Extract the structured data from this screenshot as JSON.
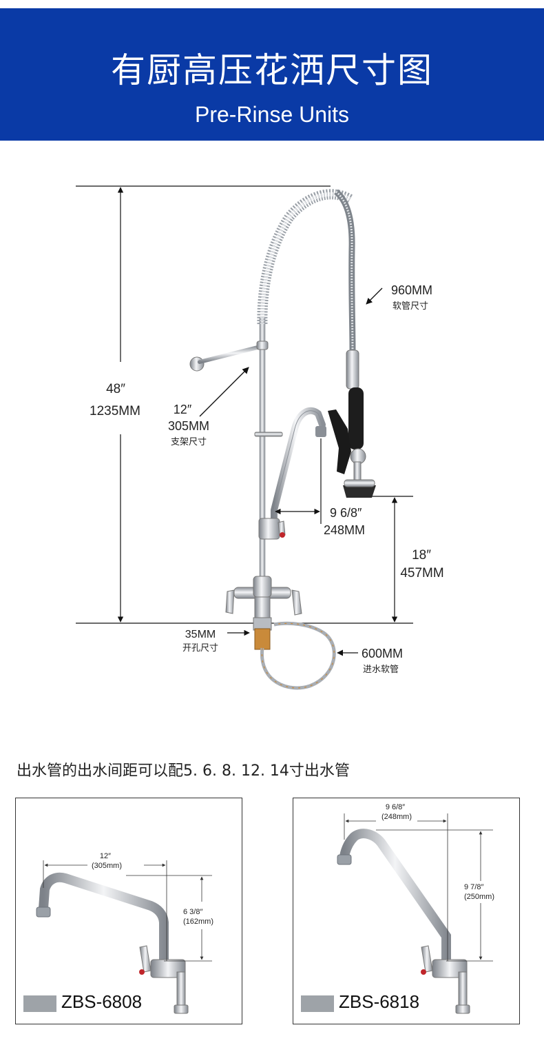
{
  "header": {
    "title_cn": "有厨高压花洒尺寸图",
    "title_en": "Pre-Rinse Units"
  },
  "colors": {
    "banner": "#0a3aa6",
    "chrome": "#b8bcc2",
    "handle_tip": "#c0262b",
    "brass": "#c98a3a",
    "swatch": "#9ea3a8"
  },
  "main_diagram": {
    "height_in": "48″",
    "height_mm": "1235MM",
    "hose_mm": "960MM",
    "hose_cn": "软管尺寸",
    "bracket_in": "12″",
    "bracket_mm": "305MM",
    "bracket_cn": "支架尺寸",
    "spout_in": "9 6/8″",
    "spout_mm": "248MM",
    "spray_height_in": "18″",
    "spray_height_mm": "457MM",
    "hole_mm": "35MM",
    "hole_cn": "开孔尺寸",
    "inlet_mm": "600MM",
    "inlet_cn": "进水软管"
  },
  "spout_section": {
    "title": "出水管的出水间距可以配5. 6. 8. 12. 14寸出水管"
  },
  "models": [
    {
      "code": "ZBS-6808",
      "width_in": "12″",
      "width_mm": "(305mm)",
      "height_in": "6  3/8″",
      "height_mm": "(162mm)"
    },
    {
      "code": "ZBS-6818",
      "width_in": "9  6/8″",
      "width_mm": "(248mm)",
      "height_in": "9  7/8″",
      "height_mm": "(250mm)"
    }
  ]
}
